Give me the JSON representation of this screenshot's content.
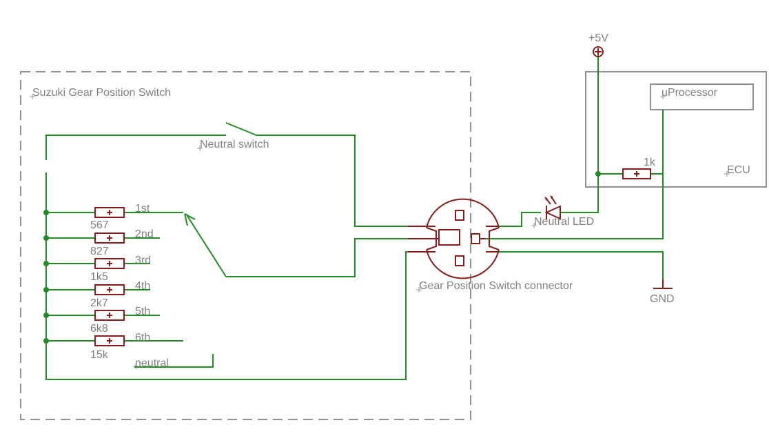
{
  "frames": {
    "switch_title": "Suzuki Gear Position Switch",
    "ecu_title": "ECU",
    "processor_label": "uProcessor"
  },
  "supply": {
    "label": "+5V"
  },
  "ground": {
    "label": "GND"
  },
  "neutral_switch": {
    "label": "Neutral switch"
  },
  "connector": {
    "label": "Gear Position Switch connector"
  },
  "led": {
    "label": "Neutral LED"
  },
  "pullup": {
    "value": "1k"
  },
  "gears": [
    {
      "label": "1st",
      "resistor": "567"
    },
    {
      "label": "2nd",
      "resistor": "827"
    },
    {
      "label": "3rd",
      "resistor": "1k5"
    },
    {
      "label": "4th",
      "resistor": "2k7"
    },
    {
      "label": "5th",
      "resistor": "6k8"
    },
    {
      "label": "6th",
      "resistor": "15k"
    }
  ],
  "neutral_contact": {
    "label": "neutral"
  },
  "colors": {
    "wire": "#228b22",
    "component": "#8b1a1a",
    "frame": "#909090",
    "text": "#808080"
  }
}
